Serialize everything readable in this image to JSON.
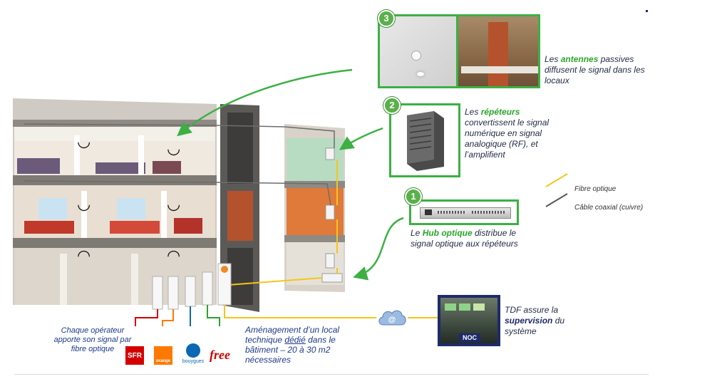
{
  "step3": {
    "number": "3",
    "caption_pre": "Les ",
    "caption_bold": "antennes",
    "caption_post": " passives diffusent le signal dans les locaux"
  },
  "step2": {
    "number": "2",
    "caption_pre": "Les ",
    "caption_bold": "répéteurs",
    "caption_post": " convertissent le signal numérique en signal analogique (RF), et l’amplifient"
  },
  "step1": {
    "number": "1",
    "caption_pre": "Le ",
    "caption_bold": "Hub optique",
    "caption_post": " distribue le signal optique aux répéteurs"
  },
  "legend": {
    "fibre": "Fibre optique",
    "coax": "Câble coaxial (cuivre)",
    "fibre_color": "#f5c518",
    "coax_color": "#555555"
  },
  "noc": {
    "label": "NOC",
    "caption_pre": "TDF assure la ",
    "caption_bold": "supervision",
    "caption_post": " du système"
  },
  "operators": {
    "caption": "Chaque opérateur apporte son signal par fibre optique",
    "sfr": "SFR",
    "orange": "orange",
    "bouygues": "bouygues",
    "free": "free",
    "colors": {
      "sfr": "#d40000",
      "orange": "#ff7900",
      "bouygues": "#0a67b3",
      "free": "#cc0000"
    }
  },
  "local": {
    "line1": "Aménagement d’un local",
    "line2_pre": "technique ",
    "line2_underline": "dédié",
    "line2_post": " dans le",
    "line3": "bâtiment – 20 à 30 m2",
    "line4": "nécessaires"
  },
  "cloud_icon": "cloud-at-icon",
  "accent": "#3cb043"
}
